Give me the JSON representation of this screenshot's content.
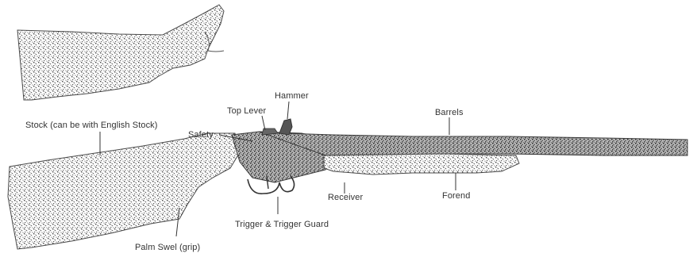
{
  "labels": {
    "stock": "Stock (can be with English Stock)",
    "safety": "Safety",
    "top_lever": "Top Lever",
    "hammer": "Hammer",
    "barrels": "Barrels",
    "receiver": "Receiver",
    "forend": "Forend",
    "trigger_guard": "Trigger & Trigger Guard",
    "palm_swell": "Palm Swel (grip)"
  },
  "colors": {
    "ink": "#333333",
    "stipple": "#5a5a5a",
    "background": "#ffffff"
  }
}
